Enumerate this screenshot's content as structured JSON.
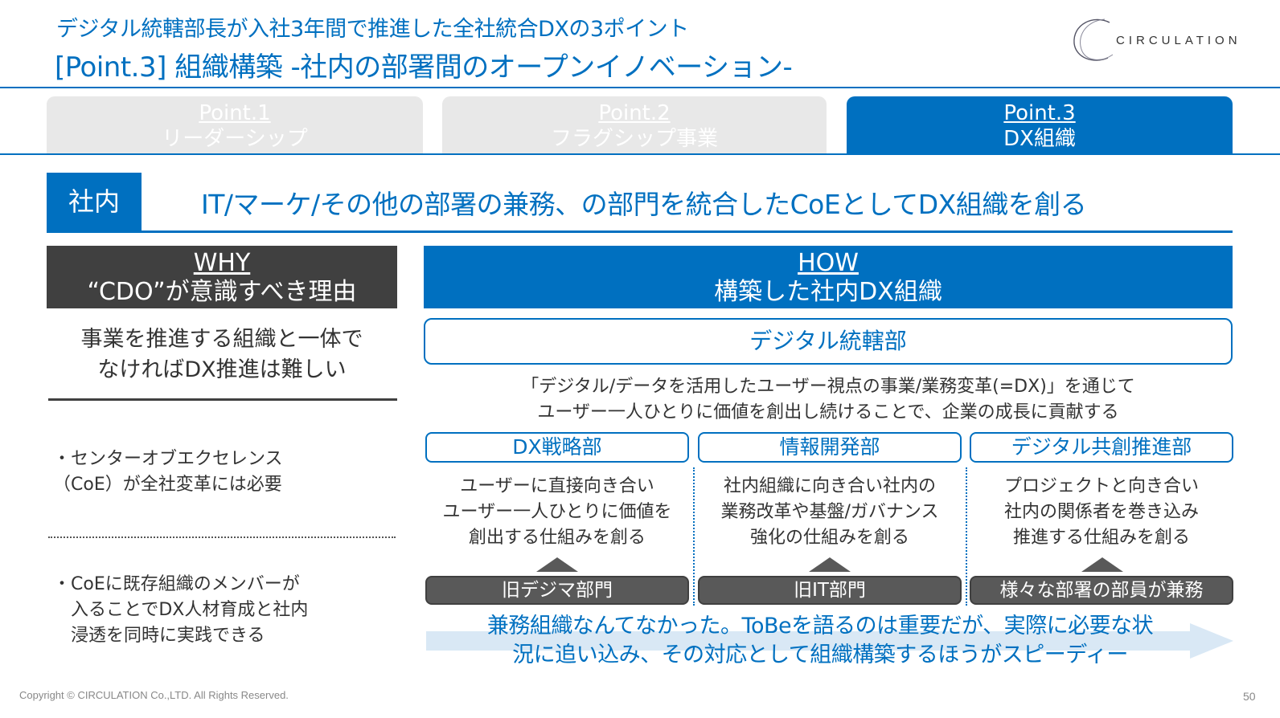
{
  "header": {
    "subtitle": "デジタル統轄部長が入社3年間で推進した全社統合DXの3ポイント",
    "title": "[Point.3] 組織構築 -社内の部署間のオープンイノベーション-",
    "logo_text": "CIRCULATION"
  },
  "tabs": [
    {
      "num": "Point.1",
      "label": "リーダーシップ",
      "active": false
    },
    {
      "num": "Point.2",
      "label": "フラグシップ事業",
      "active": false
    },
    {
      "num": "Point.3",
      "label": "DX組織",
      "active": true
    }
  ],
  "section": {
    "tag": "社内",
    "headline": "IT/マーケ/その他の部署の兼務、の部門を統合したCoEとしてDX組織を創る"
  },
  "why": {
    "label": "WHY",
    "title": "“CDO”が意識すべき理由",
    "main_line1": "事業を推進する組織と一体で",
    "main_line2": "なければDX推進は難しい",
    "point1_line1": "・センターオブエクセレンス",
    "point1_line2": "（CoE）が全社変革には必要",
    "point2_line1": "・CoEに既存組織のメンバーが",
    "point2_line2": "入ることでDX人材育成と社内",
    "point2_line3": "浸透を同時に実践できる"
  },
  "how": {
    "label": "HOW",
    "title": "構築した社内DX組織",
    "org_name": "デジタル統轄部",
    "mission_line1": "「デジタル/データを活用したユーザー視点の事業/業務変革(=DX)」を通じて",
    "mission_line2": "ユーザー一人ひとりに価値を創出し続けることで、企業の成長に貢献する",
    "departments": [
      {
        "name": "DX戦略部",
        "desc_line1": "ユーザーに直接向き合い",
        "desc_line2": "ユーザー一人ひとりに価値を",
        "desc_line3": "創出する仕組みを創る",
        "origin": "旧デジマ部門"
      },
      {
        "name": "情報開発部",
        "desc_line1": "社内組織に向き合い社内の",
        "desc_line2": "業務改革や基盤/ガバナンス",
        "desc_line3": "強化の仕組みを創る",
        "origin": "旧IT部門"
      },
      {
        "name": "デジタル共創推進部",
        "desc_line1": "プロジェクトと向き合い",
        "desc_line2": "社内の関係者を巻き込み",
        "desc_line3": "推進する仕組みを創る",
        "origin": "様々な部署の部員が兼務"
      }
    ],
    "takeaway_line1": "兼務組織なんてなかった。ToBeを語るのは重要だが、実際に必要な状",
    "takeaway_line2": "況に追い込み、その対応として組織構築するほうがスピーディー"
  },
  "footer": {
    "copyright": "Copyright © CIRCULATION Co.,LTD. All Rights Reserved.",
    "page": "50"
  },
  "colors": {
    "accent": "#0070c0",
    "dark": "#404040",
    "inactive_tab": "#e8e8e8",
    "arrow": "#d9e8f5"
  }
}
